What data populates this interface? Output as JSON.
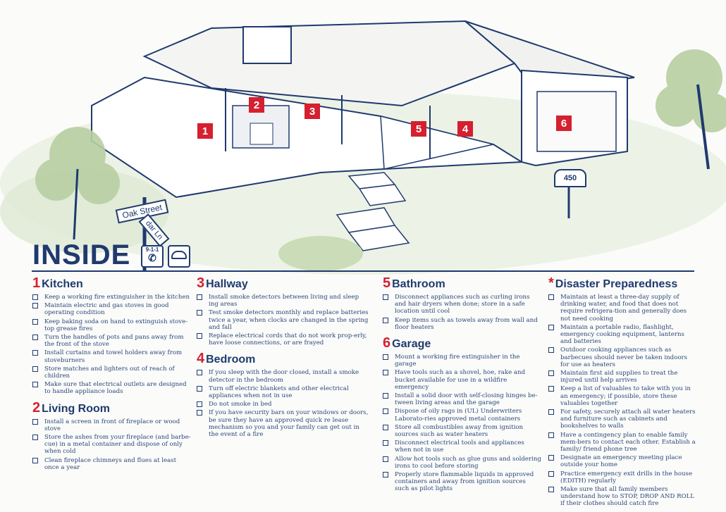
{
  "illustration": {
    "markers": [
      "1",
      "2",
      "3",
      "4",
      "5",
      "6"
    ],
    "street_signs": [
      "Oak Street",
      "dar Ln"
    ],
    "mailbox_number": "450"
  },
  "header": {
    "title": "INSIDE",
    "phone_icon_label": "9-1-1"
  },
  "sections": [
    {
      "number": "1",
      "title": "Kitchen",
      "items": [
        "Keep a working fire extinguisher in the kitchen",
        "Maintain electric and gas stoves in good operating condition",
        "Keep baking soda on hand to extinguish stove-top grease fires",
        "Turn the handles of pots and pans away from the front of the stove",
        "Install curtains and towel holders away from stoveburners",
        "Store matches and lighters out of reach of children",
        "Make sure that electrical outlets are designed to handle appliance loads"
      ]
    },
    {
      "number": "2",
      "title": "Living Room",
      "items": [
        "Install a screen in front of fireplace or wood stove",
        "Store the ashes from your fireplace (and barbe-cue) in a metal container and dispose of only when cold",
        "Clean fireplace chimneys and flues at least once a year"
      ]
    },
    {
      "number": "3",
      "title": "Hallway",
      "items": [
        "Install smoke detectors between living and sleep ing areas",
        "Test smoke detectors monthly and replace batteries twice a year, when clocks are changed in the spring and fall",
        "Replace electrical cords that do not work prop-erly, have loose connections, or are frayed"
      ]
    },
    {
      "number": "4",
      "title": "Bedroom",
      "items": [
        "If you sleep with the door closed, install a smoke detector in the bedroom",
        "Turn off electric blankets and other electrical appliances when not in use",
        "Do not smoke in bed",
        "If you have security bars on your windows or doors, be sure they have an approved quick re lease mechanism so you and your family can get out in the event of a fire"
      ]
    },
    {
      "number": "5",
      "title": "Bathroom",
      "items": [
        "Disconnect appliances such as curling irons and hair dryers when done; store in a safe location until cool",
        "Keep items such as towels away from wall and floor heaters"
      ]
    },
    {
      "number": "6",
      "title": "Garage",
      "items": [
        "Mount a working fire extinguisher in the garage",
        "Have tools such as a shovel, hoe, rake and bucket available for use in a wildfire emergency",
        "Install a solid door with self-closing hinges be-tween living areas and the garage",
        "Dispose of oily rags in (UL) Underwriters Laborato-ries approved metal containers",
        "Store all combustibles away from ignition sources such as water heaters",
        "Disconnect electrical tools and appliances when not in use",
        "Allow hot tools such as glue guns and soldering irons to cool before storing",
        "Properly store flammable liquids in approved containers and away from ignition sources such as pilot lights"
      ]
    },
    {
      "number": "*",
      "title": "Disaster Preparedness",
      "items": [
        "Maintain at least a three-day supply of drinking water, and food that does not require refrigera-tion and generally does not need cooking",
        "Maintain a portable radio, flashlight, emergency cooking equipment, lanterns and batteries",
        "Outdoor cooking appliances such as barbecues should never be taken indoors for use as heaters",
        "Maintain first aid supplies to treat the injured until help arrives",
        "Keep a list of valuables to take with you in an emergency; if possible, store these valuables together",
        "For safety, securely attach all water heaters and furniture such as cabinets and bookshelves to walls",
        "Have a contingency plan to enable family mem-bers to contact each other.  Establish a family/ friend phone tree",
        "Designate an emergency meeting place outside your home",
        "Practice emergency exit drills in the house (EDITH) regularly",
        "Make sure that all family members understand how to STOP, DROP AND ROLL if their clothes should catch fire"
      ]
    }
  ]
}
